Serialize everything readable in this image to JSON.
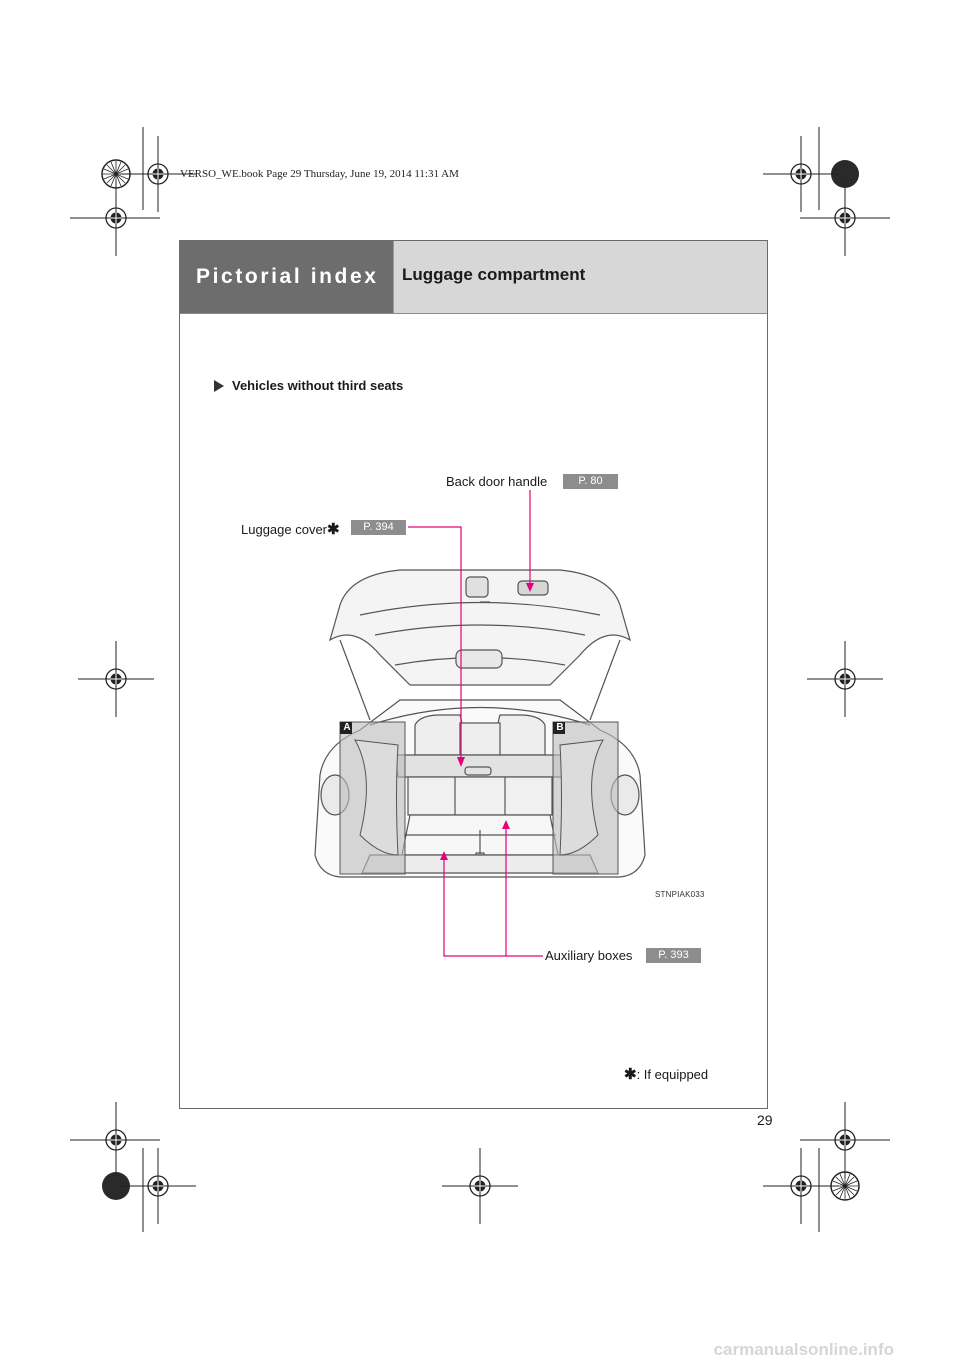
{
  "file_header": "VERSO_WE.book  Page 29  Thursday, June 19, 2014  11:31 AM",
  "header": {
    "section_title": "Pictorial index",
    "page_title": "Luggage compartment"
  },
  "section_heading": "Vehicles without third seats",
  "callouts": {
    "back_door_handle": {
      "label": "Back door handle",
      "page": "P. 80"
    },
    "luggage_cover": {
      "label": "Luggage cover",
      "page": "P. 394"
    },
    "auxiliary_boxes": {
      "label": "Auxiliary boxes",
      "page": "P. 393"
    }
  },
  "panel_tags": [
    "A",
    "B"
  ],
  "illustration_code": "STNPIAK033",
  "footnote": {
    "symbol": "✱",
    "text": ": If equipped"
  },
  "page_number": "29",
  "watermark": "carmanualsonline.info",
  "colors": {
    "leader_line": "#e5007e",
    "header_dark": "#6d6d6d",
    "header_light": "#d7d7d7",
    "page_ref_bg": "#8d8d8d"
  }
}
